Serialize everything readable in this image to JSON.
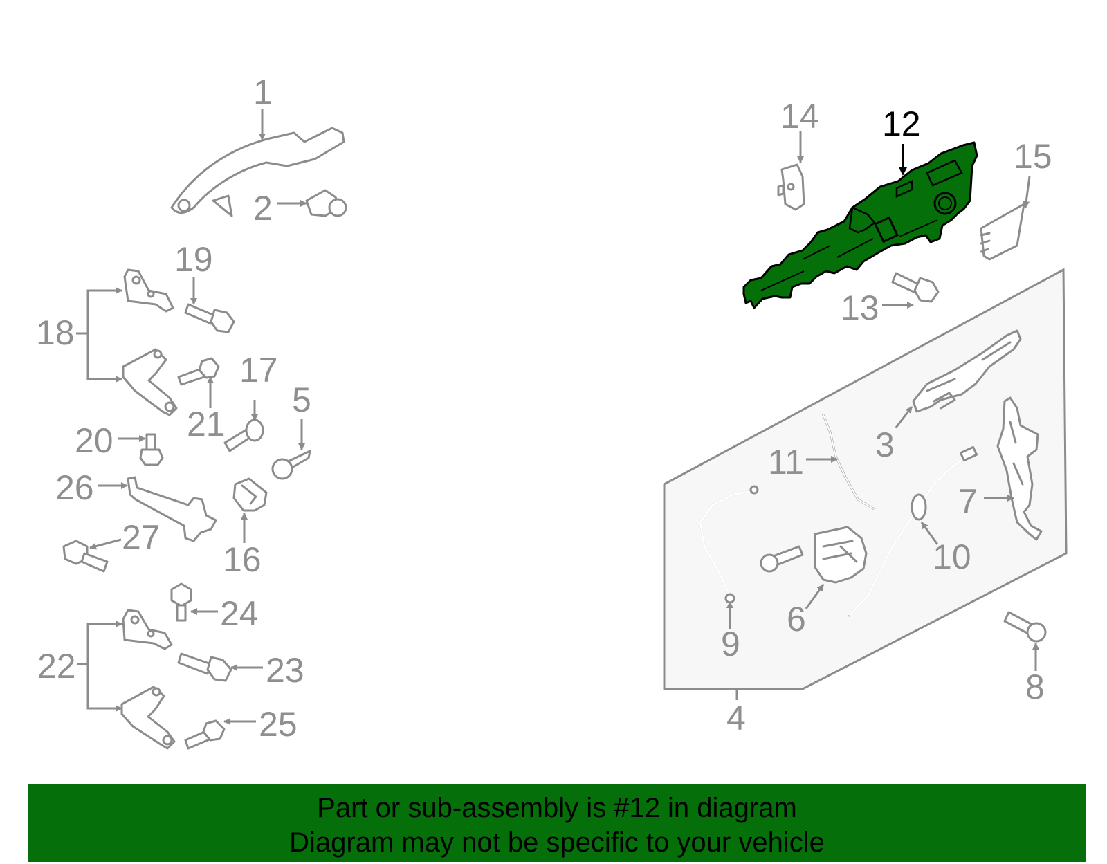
{
  "callouts": {
    "c1": "1",
    "c2": "2",
    "c3": "3",
    "c4": "4",
    "c5": "5",
    "c6": "6",
    "c7": "7",
    "c8": "8",
    "c9": "9",
    "c10": "10",
    "c11": "11",
    "c12": "12",
    "c13": "13",
    "c14": "14",
    "c15": "15",
    "c16": "16",
    "c17": "17",
    "c18": "18",
    "c19": "19",
    "c20": "20",
    "c21": "21",
    "c22": "22",
    "c23": "23",
    "c24": "24",
    "c25": "25",
    "c26": "26",
    "c27": "27"
  },
  "highlight": {
    "part_number": "12",
    "color": "#057009",
    "outline_color": "#000000"
  },
  "colors": {
    "line": "#8c8c8c",
    "label": "#8f8f8f",
    "subassembly_fill": "#f7f7f7",
    "banner_bg": "#057009"
  },
  "banner": {
    "line1": "Part or sub-assembly is #12 in diagram",
    "line2": "Diagram may not be specific to your vehicle"
  }
}
